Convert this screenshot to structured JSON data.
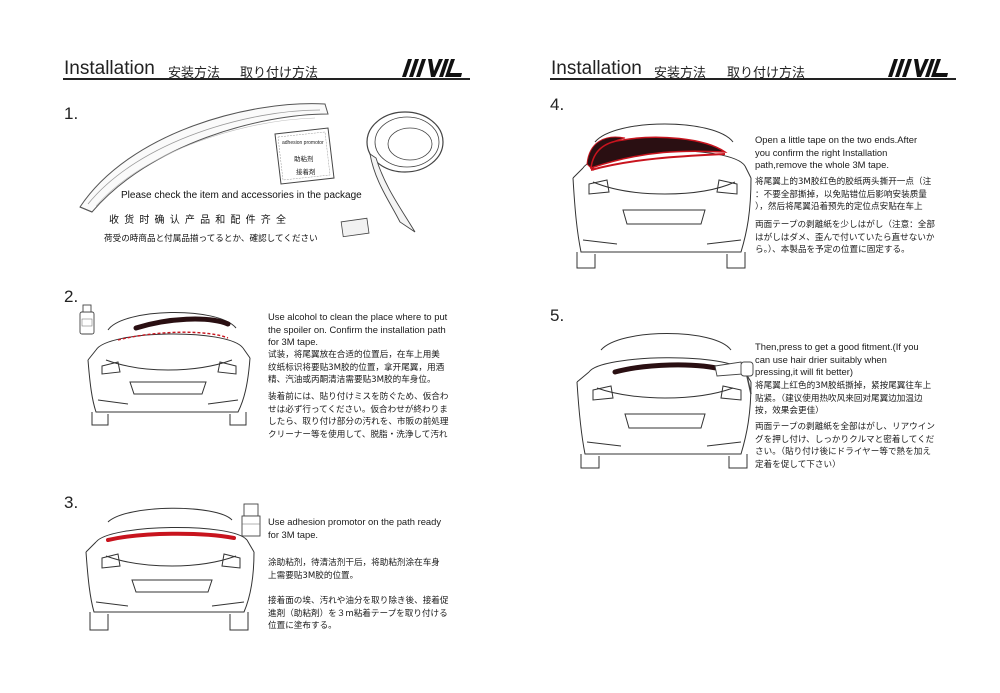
{
  "left_header": {
    "title_en": "Installation",
    "title_cn": "安装方法",
    "title_jp": "取り付け方法"
  },
  "right_header": {
    "title_en": "Installation",
    "title_cn": "安装方法",
    "title_jp": "取り付け方法"
  },
  "logo": {
    "text": "///VIL"
  },
  "step1": {
    "number": "1.",
    "package_label_1": "adhesion promotor",
    "package_label_2": "助粘剂",
    "package_label_3": "接着剤",
    "caption_en": "Please check  the item and accessories in the package",
    "caption_cn": "收 货 时 确 认 产 品 和 配 件 齐 全",
    "caption_jp": "荷受の時商品と付属品揃ってるとか、確認してください"
  },
  "step2": {
    "number": "2.",
    "en": [
      "Use alcohol to clean the place where to put",
      "the spoiler on. Confirm the installation path",
      "for 3M tape."
    ],
    "cn": [
      "试装，将尾翼放在合适的位置后，在车上用美",
      "纹纸标识将要贴3M胶的位置，拿开尾翼，用酒",
      "精、汽油或丙酮清洁需要贴3M胶的车身位。"
    ],
    "jp": [
      "装着前には、貼り付けミスを防ぐため、仮合わ",
      "せは必ず行ってください。仮合わせが終わりま",
      "したら、取り付け部分の汚れを、市販の前処理",
      "クリーナー等を使用して、脱脂・洗浄して汚れ"
    ]
  },
  "step3": {
    "number": "3.",
    "en": [
      "Use adhesion promotor on the path ready",
      "for 3M tape."
    ],
    "cn": [
      "涂助粘剂，待清洁剂干后，将助粘剂涂在车身",
      "上需要贴3M胶的位置。"
    ],
    "jp": [
      "接着面の埃、汚れや油分を取り除き後、接着促",
      "進剤（助粘剤）を３m粘着テープを取り付ける",
      "位置に塗布する。"
    ]
  },
  "step4": {
    "number": "4.",
    "en": [
      "Open a little tape on the two ends.After",
      "you confirm the right Installation",
      "path,remove the whole 3M tape."
    ],
    "cn": [
      "将尾翼上的3M胶红色的胶纸两头撕开一点（注",
      "：不要全部撕掉，以免贴错位后影响安装质量",
      "），然后将尾翼沿着预先的定位点安贴在车上"
    ],
    "jp": [
      "両面テープの剥離紙を少しはがし（注意：全部",
      "はがしはダメ、歪んで付いていたら直せないか",
      "ら。）、本製品を予定の位置に固定する。"
    ]
  },
  "step5": {
    "number": "5.",
    "en": [
      "Then,press to get a good fitment.(If you",
      "can use hair drier suitably when",
      "pressing,it will fit better)"
    ],
    "cn": [
      "将尾翼上红色的3M胶纸撕掉，紧按尾翼往车上",
      "贴紧。（建议使用热吹风来回对尾翼边加温边",
      "按，效果会更佳）"
    ],
    "jp": [
      "両面テープの剥離紙を全部はがし、リアウイン",
      "グを押し付け、しっかりクルマと密着してくだ",
      "さい。（貼り付け後にドライヤー等で熱を加え",
      "定着を促して下さい）"
    ]
  },
  "colors": {
    "accent_red": "#c8141e",
    "spoiler_dark": "#2a0f12",
    "ink": "#1a1a1a"
  }
}
